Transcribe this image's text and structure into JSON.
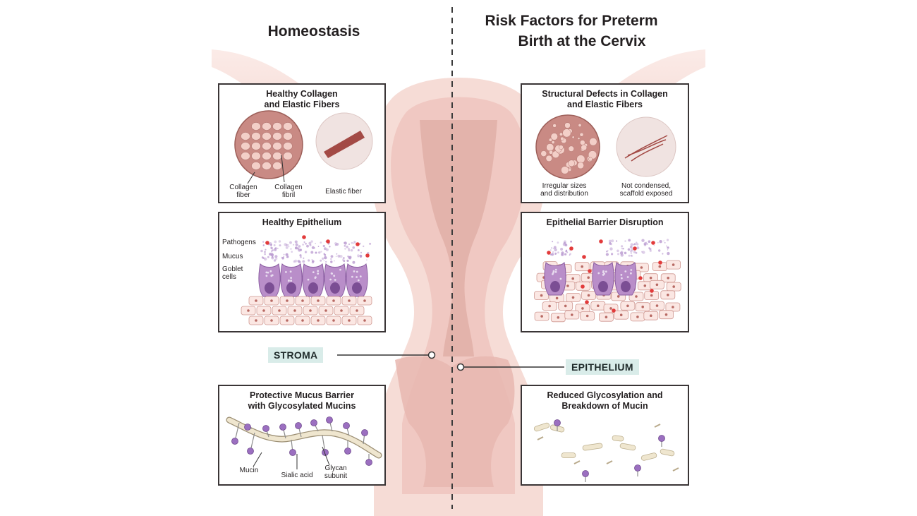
{
  "headings": {
    "left": "Homeostasis",
    "right_line1": "Risk Factors for Preterm",
    "right_line2": "Birth at the Cervix"
  },
  "callouts": {
    "stroma": "STROMA",
    "epithelium": "EPITHELIUM"
  },
  "panels": {
    "collagen_healthy": {
      "title_line1": "Healthy Collagen",
      "title_line2": "and Elastic Fibers",
      "label_collagen_fiber_1": "Collagen",
      "label_collagen_fiber_2": "fiber",
      "label_collagen_fibril_1": "Collagen",
      "label_collagen_fibril_2": "fibril",
      "label_elastic": "Elastic fiber"
    },
    "collagen_defect": {
      "title_line1": "Structural Defects in Collagen",
      "title_line2": "and Elastic Fibers",
      "label_irregular_1": "Irregular sizes",
      "label_irregular_2": "and distribution",
      "label_scaffold_1": "Not condensed,",
      "label_scaffold_2": "scaffold exposed"
    },
    "epithelium_healthy": {
      "title": "Healthy Epithelium",
      "label_pathogens": "Pathogens",
      "label_mucus": "Mucus",
      "label_goblet_1": "Goblet",
      "label_goblet_2": "cells"
    },
    "epithelium_disrupted": {
      "title": "Epithelial Barrier Disruption"
    },
    "mucus_healthy": {
      "title_line1": "Protective Mucus Barrier",
      "title_line2": "with Glycosylated Mucins",
      "label_mucin": "Mucin",
      "label_sialic": "Sialic acid",
      "label_glycan_1": "Glycan",
      "label_glycan_2": "subunit"
    },
    "mucus_reduced": {
      "title_line1": "Reduced Glycosylation and",
      "title_line2": "Breakdown of Mucin"
    }
  },
  "colors": {
    "tissue_light": "#f6dcd6",
    "tissue_mid": "#eec2bb",
    "tissue_dark": "#d9a59f",
    "cavity": "#e3b3ab",
    "collagen_fill": "#c98a84",
    "fibril_fill": "#f3cfc8",
    "elastic_fiber": "#a34a45",
    "goblet": "#b98ec9",
    "goblet_nucleus": "#7b4e94",
    "pathogen": "#e23b3b",
    "mucin_strand": "#efe6cf",
    "sialic": "#9b6fc0",
    "callout_bg": "#d9ece9",
    "panel_border": "#3a3536"
  }
}
